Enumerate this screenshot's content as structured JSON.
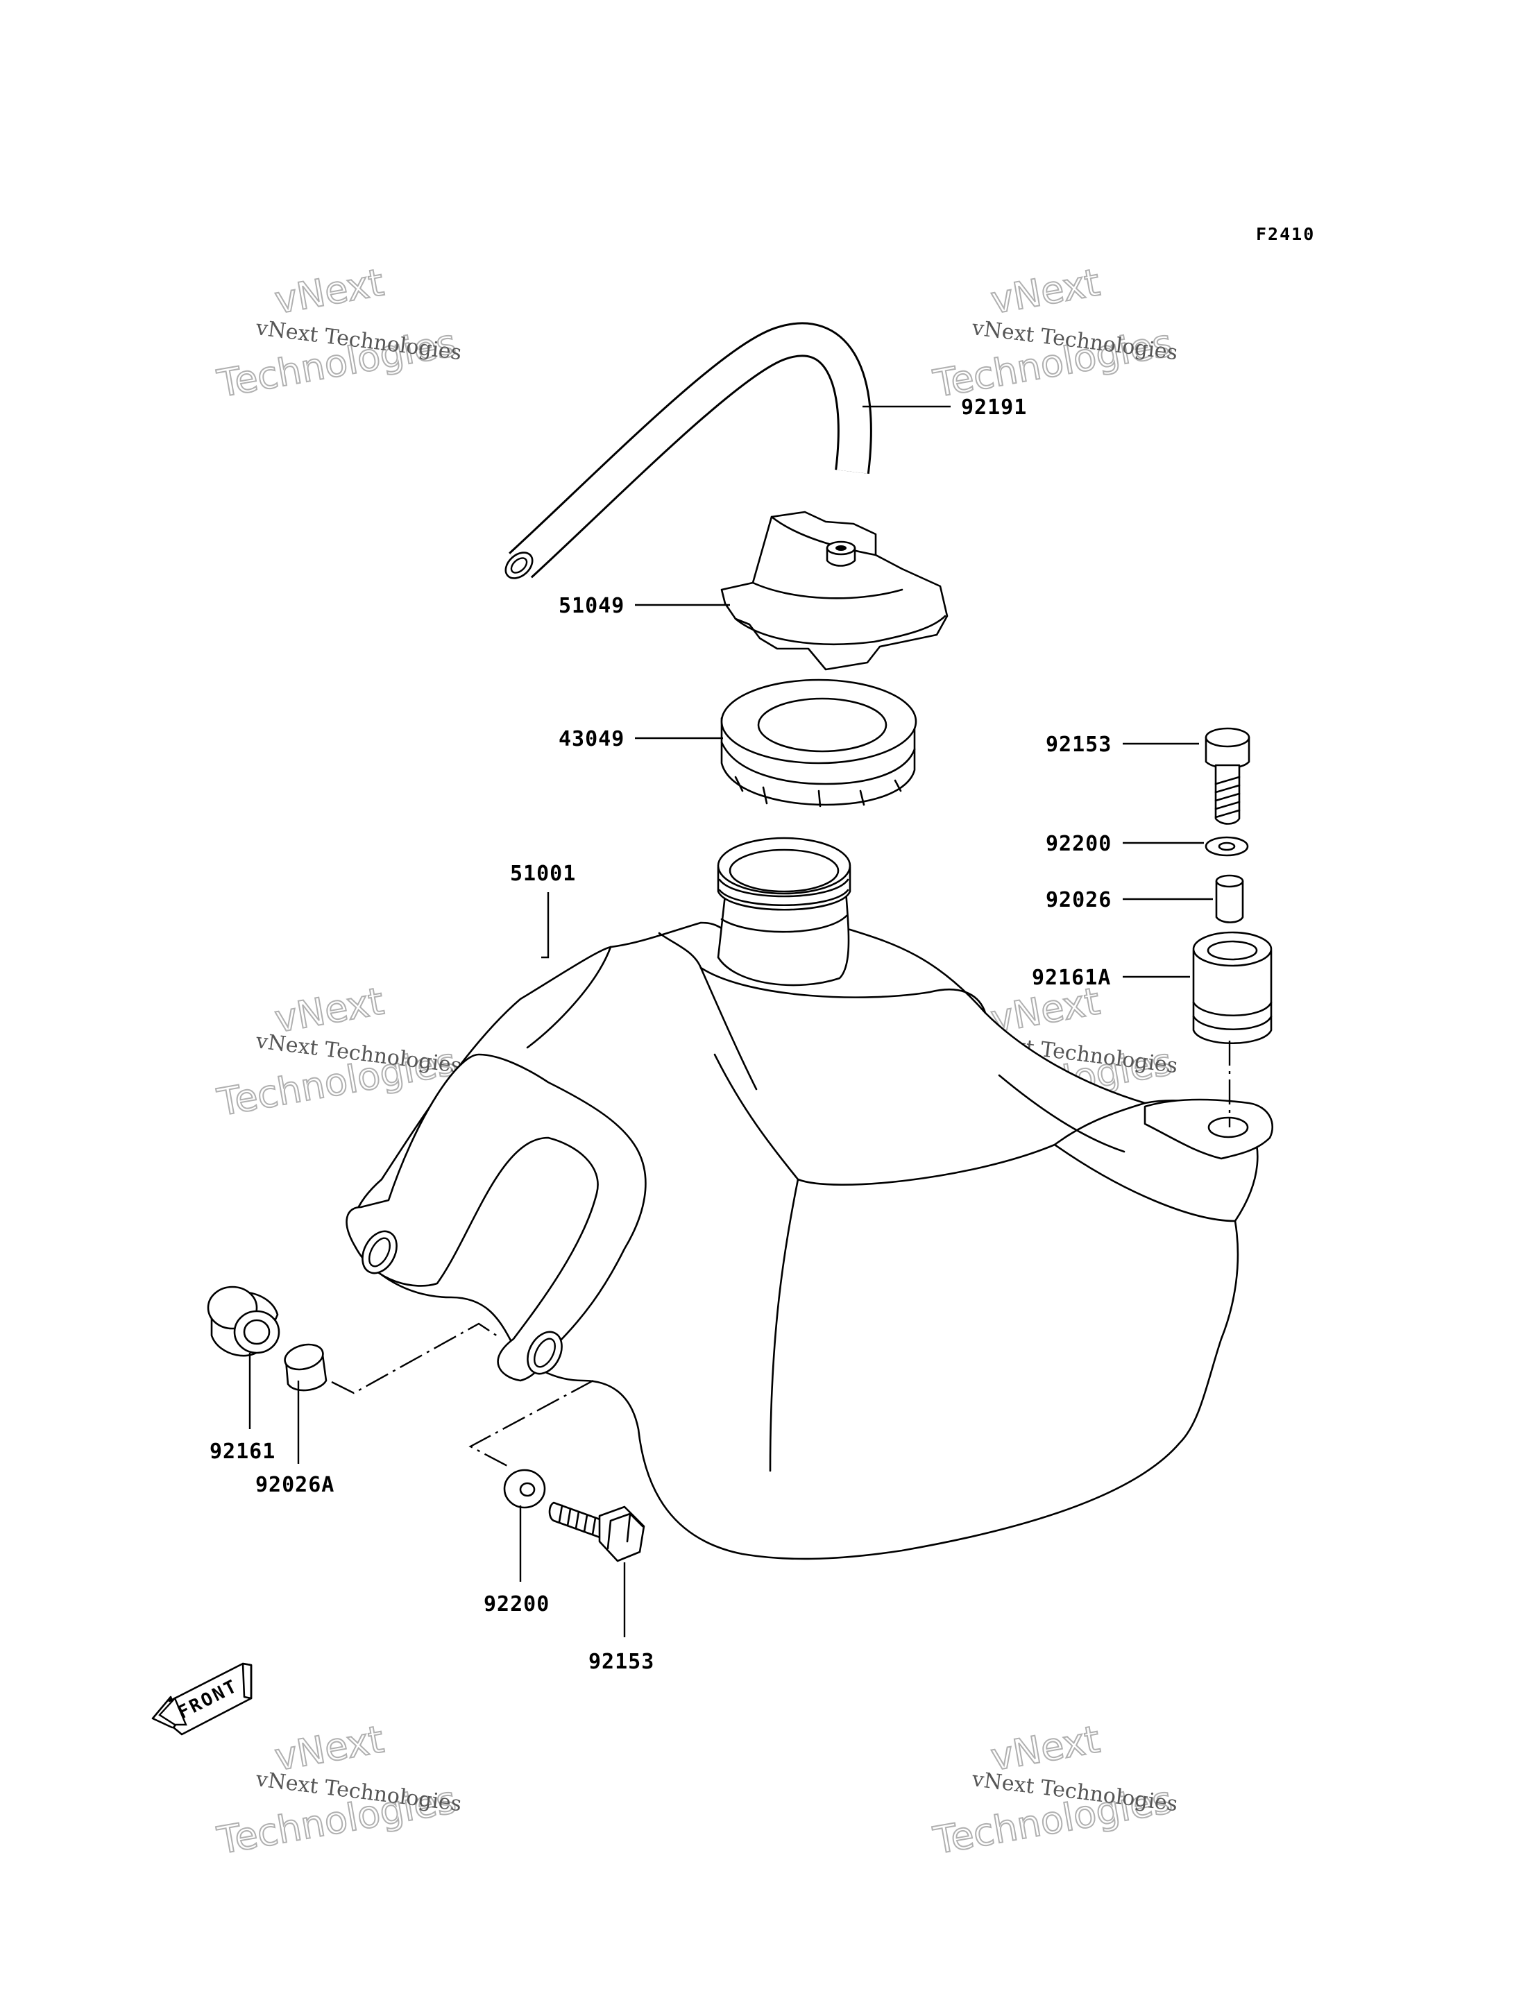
{
  "figure_id": "F2410",
  "watermark": {
    "line1": "vNext Technologies",
    "line2a": "vNext",
    "line2b": "Technologies"
  },
  "parts": {
    "p92191": "92191",
    "p51049": "51049",
    "p43049": "43049",
    "p51001": "51001",
    "p92153_right": "92153",
    "p92200_right": "92200",
    "p92026": "92026",
    "p92161A": "92161A",
    "p92161": "92161",
    "p92026A": "92026A",
    "p92200_bottom": "92200",
    "p92153_bottom": "92153"
  },
  "front_arrow": {
    "label": "FRONT",
    "icon": "front-arrow-icon"
  }
}
